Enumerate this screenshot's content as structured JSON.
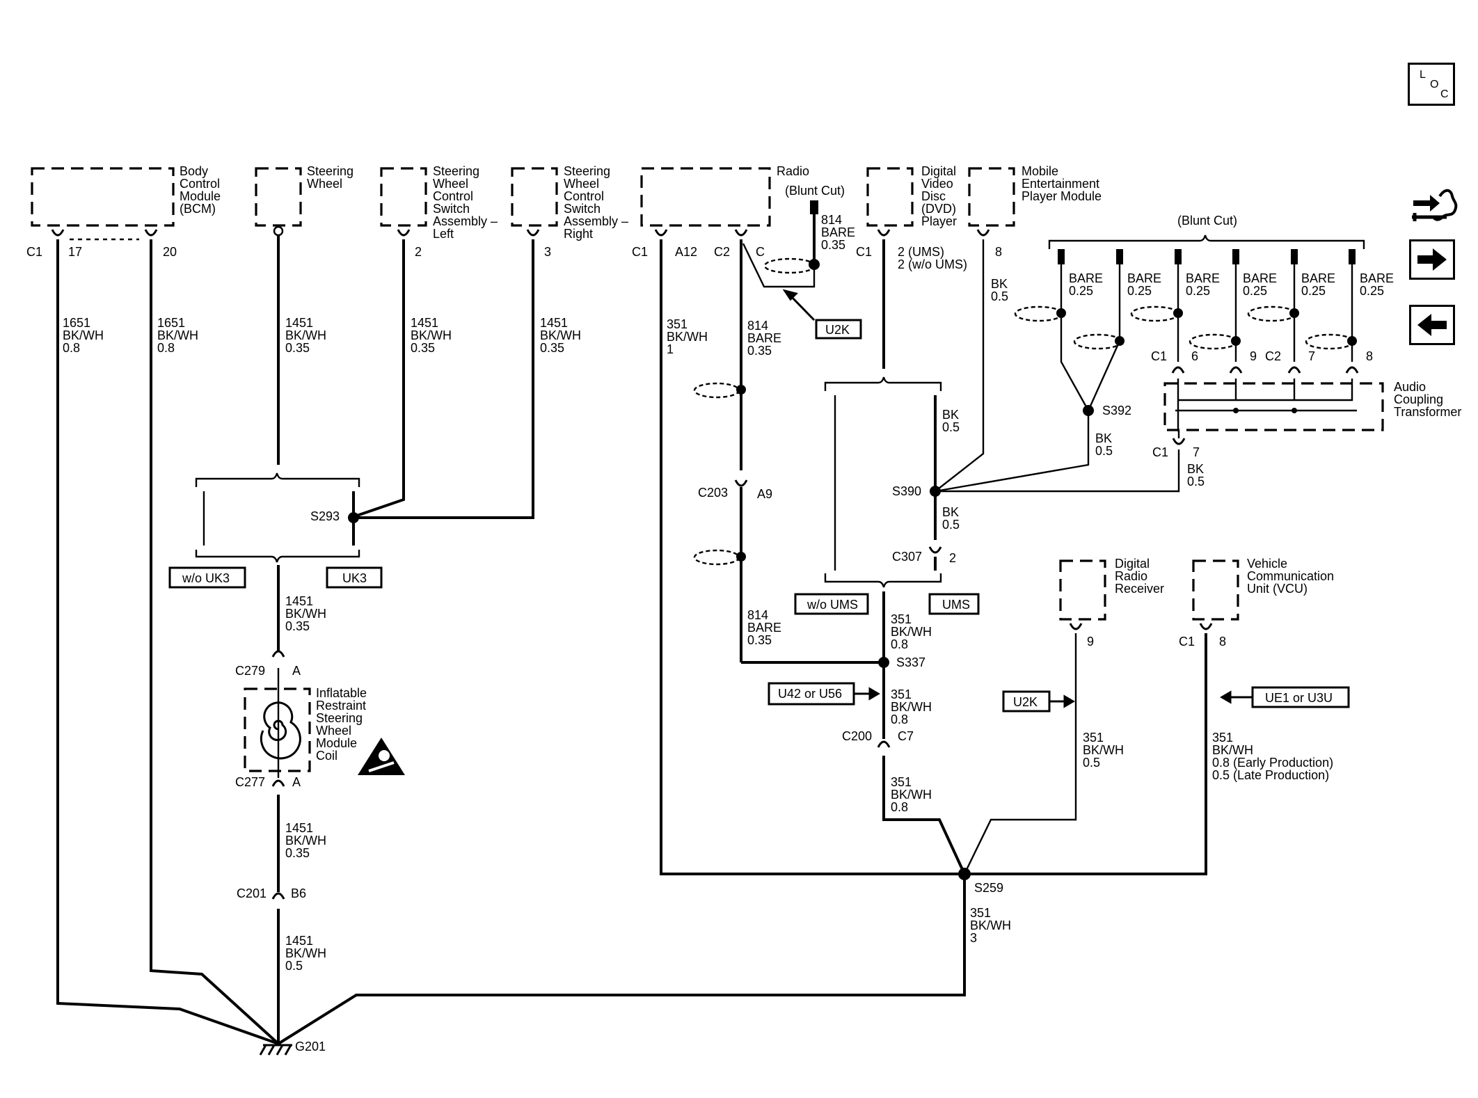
{
  "nav": {
    "loc": {
      "l": "L",
      "o": "O",
      "c": "C"
    },
    "icons": [
      "wiring-harness-icon",
      "next-arrow-icon",
      "previous-arrow-icon"
    ]
  },
  "components": {
    "bcm": [
      "Body",
      "Control",
      "Module",
      "(BCM)"
    ],
    "steering_wheel": [
      "Steering",
      "Wheel"
    ],
    "swc_left": [
      "Steering",
      "Wheel",
      "Control",
      "Switch",
      "Assembly –",
      "Left"
    ],
    "swc_right": [
      "Steering",
      "Wheel",
      "Control",
      "Switch",
      "Assembly –",
      "Right"
    ],
    "radio": "Radio",
    "dvd": [
      "Digital",
      "Video",
      "Disc",
      "(DVD)",
      "Player"
    ],
    "mobile_ent": [
      "Mobile",
      "Entertainment",
      "Player Module"
    ],
    "audio_coupling": [
      "Audio",
      "Coupling",
      "Transformer"
    ],
    "airbag_coil": [
      "Inflatable",
      "Restraint",
      "Steering",
      "Wheel",
      "Module",
      "Coil"
    ],
    "digital_radio": [
      "Digital",
      "Radio",
      "Receiver"
    ],
    "vcu": [
      "Vehicle",
      "Communication",
      "Unit (VCU)"
    ]
  },
  "pins": {
    "bcm_c1": "C1",
    "bcm_17": "17",
    "bcm_20": "20",
    "swl_2": "2",
    "swr_3": "3",
    "radio_c1": "C1",
    "radio_a12": "A12",
    "radio_c2": "C2",
    "radio_c": "C",
    "dvd_c1": "C1",
    "dvd_2_ums": "2 (UMS)",
    "dvd_2_wo": "2 (w/o UMS)",
    "mep_8": "8",
    "act_c1_top": "C1",
    "act_6": "6",
    "act_9": "9",
    "act_c2": "C2",
    "act_7_top": "7",
    "act_8": "8",
    "act_c1_bot": "C1",
    "act_7_bot": "7",
    "drr_9": "9",
    "vcu_c1": "C1",
    "vcu_8": "8"
  },
  "wires": {
    "w1651a": [
      "1651",
      "BK/WH",
      "0.8"
    ],
    "w1651b": [
      "1651",
      "BK/WH",
      "0.8"
    ],
    "w1451_sw": [
      "1451",
      "BK/WH",
      "0.35"
    ],
    "w1451_l": [
      "1451",
      "BK/WH",
      "0.35"
    ],
    "w1451_r": [
      "1451",
      "BK/WH",
      "0.35"
    ],
    "w1451_mid": [
      "1451",
      "BK/WH",
      "0.35"
    ],
    "w1451_low": [
      "1451",
      "BK/WH",
      "0.35"
    ],
    "w1451_g": [
      "1451",
      "BK/WH",
      "0.5"
    ],
    "w351_radio": [
      "351",
      "BK/WH",
      "1"
    ],
    "w814_top": [
      "814",
      "BARE",
      "0.35"
    ],
    "w814_radio": [
      "814",
      "BARE",
      "0.35"
    ],
    "w814_low": [
      "814",
      "BARE",
      "0.35"
    ],
    "bk05_dvd": [
      "BK",
      "0.5"
    ],
    "bk05_mep": [
      "BK",
      "0.5"
    ],
    "bk05_s390": [
      "BK",
      "0.5"
    ],
    "bk05_s392": [
      "BK",
      "0.5"
    ],
    "bk05_act": [
      "BK",
      "0.5"
    ],
    "bare1": [
      "BARE",
      "0.25"
    ],
    "bare2": [
      "BARE",
      "0.25"
    ],
    "bare3": [
      "BARE",
      "0.25"
    ],
    "bare4": [
      "BARE",
      "0.25"
    ],
    "bare5": [
      "BARE",
      "0.25"
    ],
    "bare6": [
      "BARE",
      "0.25"
    ],
    "w351_s337": [
      "351",
      "BK/WH",
      "0.8"
    ],
    "w351_c200": [
      "351",
      "BK/WH",
      "0.8"
    ],
    "w351_s259in": [
      "351",
      "BK/WH",
      "0.8"
    ],
    "w351_drr": [
      "351",
      "BK/WH",
      "0.5"
    ],
    "w351_vcu": [
      "351",
      "BK/WH",
      "0.8 (Early Production)",
      "0.5 (Late Production)"
    ],
    "w351_g": [
      "351",
      "BK/WH",
      "3"
    ]
  },
  "connectors": {
    "c279": "C279",
    "c279_pin": "A",
    "c277": "C277",
    "c277_pin": "A",
    "c201": "C201",
    "c201_pin": "B6",
    "c203": "C203",
    "c203_pin": "A9",
    "c307": "C307",
    "c307_pin": "2",
    "c200": "C200",
    "c200_pin": "C7"
  },
  "splices": {
    "s293": "S293",
    "s390": "S390",
    "s392": "S392",
    "s337": "S337",
    "s259": "S259",
    "g201": "G201"
  },
  "options": {
    "wo_uk3": "w/o UK3",
    "uk3": "UK3",
    "wo_ums": "w/o UMS",
    "ums": "UMS",
    "u2k_top": "U2K",
    "u42": "U42 or U56",
    "u2k_low": "U2K",
    "ue1": "UE1 or U3U",
    "blunt_cut_radio": "(Blunt Cut)",
    "blunt_cut_act": "(Blunt Cut)"
  }
}
